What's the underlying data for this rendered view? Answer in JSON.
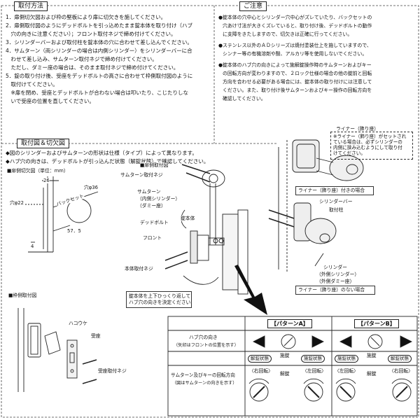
{
  "install": {
    "title": "取付方法",
    "steps": [
      "1．扉側切欠図および枠の堅板により扉に切欠きを施してください。",
      "2．扉側取付図のようにデッドボルトを引っ込めたまま錠本体を取り付け（ハブ",
      "　穴の向きに注意ください）；フロント取付ネジで締め付けてください。",
      "3．シリンダーバーおよび取付柱を錠本体の穴に合わせて差し込んでください。",
      "4．サムターン（両シリンダーの場合は内側シリンダー）をシリンダーバーに合",
      "　わせて差し込み、サムターン取付ネジで締め付けてください。",
      "　ただし、ダミー座の場合は、そのまま取付ネジで締め付けてください。",
      "5．錠の取り付け後、受座をデッドボルトの高さに合わせて枠側取付図のように",
      "　取付けてください。",
      "　※扉を閉め、受座とデッドボルトが合わない場合は叩いたり、こじたりしな",
      "　いで受座の位置を直してください。"
    ]
  },
  "caution": {
    "title": "ご注意",
    "lines": [
      "●錠本体の穴中心とシリンダー穴中心がズレていたり、バックセットの",
      "穴あけ寸法が大きくズレていると、取り付け後、デッドボルトの動作",
      "に支障をきたしますので、切欠きは正確に行ってください。",
      "●ステンレス以外のＡＤシリーズは焼付塗装仕上を施していますので、",
      "シンナー等の有機溶剤や酸、アルカリ等を使用しないでください。",
      "●錠本体のハブ穴の向きによって施解錠操作時のサムターンおよびキー",
      "の回転方向が変わりますので、２ロック仕様の場合の他の錠前と回転",
      "方向を合わせる必要がある場合には、錠本体の取り付けには注意して",
      "ください。また、取り付け後サムターンおよびキー操作の回転方向を",
      "確認してください。"
    ]
  },
  "cutout": {
    "title": "取付図＆切欠図",
    "notes": [
      "◆図のシリンダーおよびサムターンの形状は仕様（タイプ）によって異なります。",
      "◆ハブ穴の向きは、デッドボルトが引っ込んだ状態（解錠状態）で確認してください。"
    ],
    "door_cut_title": "■扉側切欠図（単位：mm）",
    "dims": {
      "d26": "26",
      "hole36": "穴φ36",
      "hole22": "穴φ22",
      "backset": "バックセット",
      "d57": "57．5",
      "d4": "4"
    }
  },
  "door_install": {
    "title": "■扉側取付図",
    "labels": {
      "thumb_screw": "サムターン取付ネジ",
      "thumbturn": "サムターン",
      "inner_cyl": "（内側シリンダー）",
      "dummy": "（ダミー座）",
      "deadbolt": "デッドボルト",
      "body": "錠本体",
      "front": "フロント",
      "body_screw": "本体取付ネジ",
      "flip_note_1": "錠本体を上下ひっくり返して",
      "flip_note_2": "ハブ穴の向きを決定ください"
    }
  },
  "liner": {
    "note_lines": [
      "※ライナー（飾り座）がセットされ",
      "ている場合は、必ずシリンダーの",
      "内側に挟み込むようにして取り付",
      "けてください。"
    ],
    "liner_tag": "ライナー（飾り座）",
    "with_liner": "ライナー（飾り座）付きの場合",
    "cyl_bar": "シリンダーバー",
    "post": "取付柱",
    "cylinder": "シリンダー",
    "outer_cyl": "（外側シリンダー）",
    "outer_dummy": "（外側ダミー座）",
    "without_liner": "ライナー（飾り座）のない場合"
  },
  "frame_install": {
    "title": "■枠側取付図",
    "hakoukuke": "ハコウケ",
    "strike": "受座",
    "strike_screw": "受座取付ネジ"
  },
  "pattern": {
    "pattern_a": "【パターンA】",
    "pattern_b": "【パターンB】",
    "hub_dir": "ハブ穴の向き",
    "hub_note": "（矢印はフロントの位置を示す）",
    "unlocked": "解錠状態",
    "locked": "施錠状態",
    "lock": "施錠",
    "unlock": "解錠",
    "rot_title": "サムターン及びキーの回転方向",
    "rot_note": "（図はサムターンの向きを示す）",
    "right_turn": "〈右回転〉",
    "left_turn": "〈左回転〉"
  }
}
